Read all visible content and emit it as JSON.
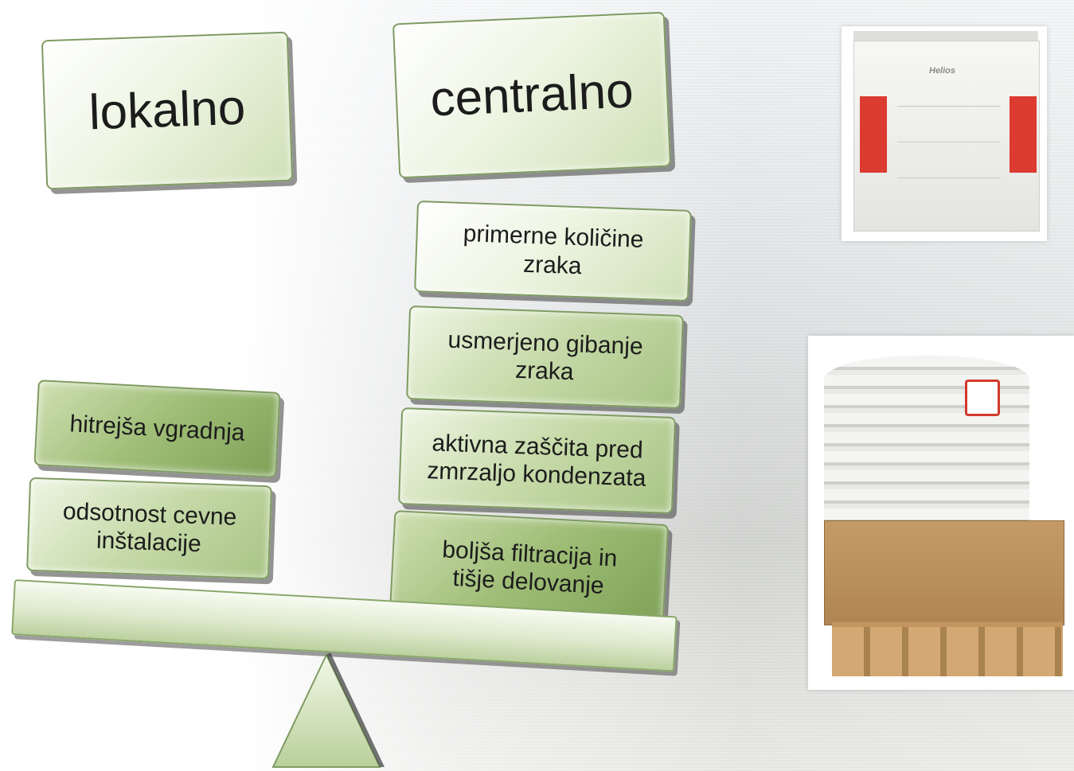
{
  "balance": {
    "left": {
      "title": "lokalno",
      "items": [
        {
          "line1": "hitrejša vgradnja",
          "line2": ""
        },
        {
          "line1": "odsotnost cevne",
          "line2": "inštalacije"
        }
      ]
    },
    "right": {
      "title": "centralno",
      "items": [
        {
          "line1": "primerne količine",
          "line2": "zraka"
        },
        {
          "line1": "usmerjeno gibanje",
          "line2": "zraka"
        },
        {
          "line1": "aktivna zaščita pred",
          "line2": "zmrzaljo kondenzata"
        },
        {
          "line1": "boljša filtracija in",
          "line2": "tišje delovanje"
        }
      ]
    }
  },
  "photos": {
    "unit_brand": "Helios"
  },
  "colors": {
    "box_light": "#eef5e3",
    "box_dark": "#7ea257",
    "panel_red": "#dc3b2f"
  }
}
